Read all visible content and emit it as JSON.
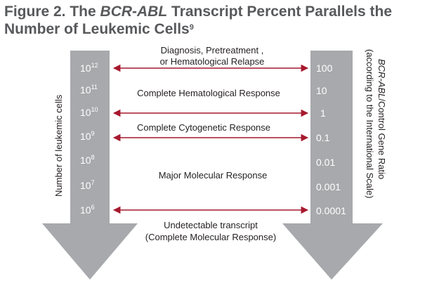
{
  "title": {
    "prefix": "Figure 2. The ",
    "italic": "BCR-ABL",
    "rest": " Transcript Percent Parallels the Number of Leukemic Cells",
    "sup": "9"
  },
  "colors": {
    "arrow_fill": "#a7a9ac",
    "double_arrow": "#a6192e",
    "text": "#231f20",
    "title": "#58595b"
  },
  "left_axis": {
    "label": "Number of leukemic cells",
    "ticks": [
      {
        "base": "10",
        "exp": "12"
      },
      {
        "base": "10",
        "exp": "11"
      },
      {
        "base": "10",
        "exp": "10"
      },
      {
        "base": "10",
        "exp": "9"
      },
      {
        "base": "10",
        "exp": "8"
      },
      {
        "base": "10",
        "exp": "7"
      },
      {
        "base": "10",
        "exp": "6"
      }
    ]
  },
  "right_axis": {
    "label_line1_italic": "BCR-ABL",
    "label_line1_rest": "/Control Gene Ratio",
    "label_line2": "(according to the International Scale)",
    "ticks": [
      "100",
      "10",
      "1",
      "0.1",
      "0.01",
      "0.001",
      "0.0001"
    ]
  },
  "responses": [
    {
      "lines": [
        "Diagnosis, Pretreatment ,",
        "or Hematological Relapse"
      ],
      "arrow": true
    },
    {
      "lines": [
        "Complete Hematological Response"
      ],
      "arrow": false
    },
    {
      "lines": [],
      "arrow": true
    },
    {
      "lines": [
        "Complete Cytogenetic Response"
      ],
      "arrow": true
    },
    {
      "lines": [
        "Major Molecular Response"
      ],
      "arrow": false
    },
    {
      "lines": [],
      "arrow": true
    },
    {
      "lines": [
        "Undetectable transcript",
        "(Complete Molecular Response)"
      ],
      "arrow": false
    }
  ]
}
